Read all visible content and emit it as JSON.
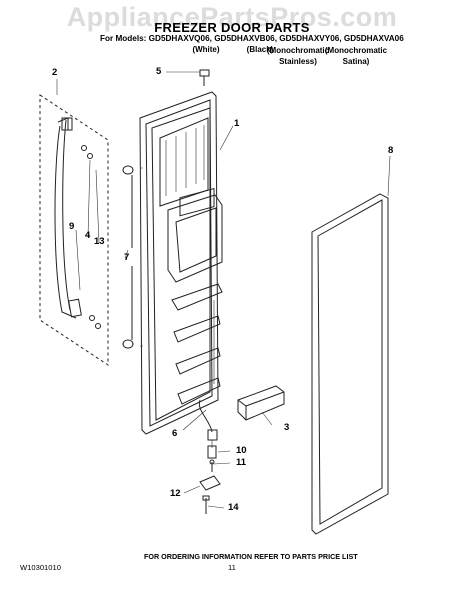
{
  "watermark": "AppliancePartsPros.com",
  "header": {
    "title": "FREEZER DOOR PARTS",
    "models_line": "For Models: GD5DHAXVQ06, GD5DHAXVB06, GD5DHAXVY06, GD5DHAXVA06",
    "variants": [
      "(White)",
      "(Black)",
      "(Monochromatic Stainless)",
      "(Monochromatic Satina)"
    ]
  },
  "callouts": [
    "1",
    "2",
    "3",
    "4",
    "5",
    "6",
    "7",
    "8",
    "9",
    "10",
    "11",
    "12",
    "13",
    "14"
  ],
  "footer": {
    "ordering_note": "FOR ORDERING INFORMATION REFER TO PARTS PRICE LIST",
    "doc_number": "W10301010",
    "page_number": "11"
  }
}
